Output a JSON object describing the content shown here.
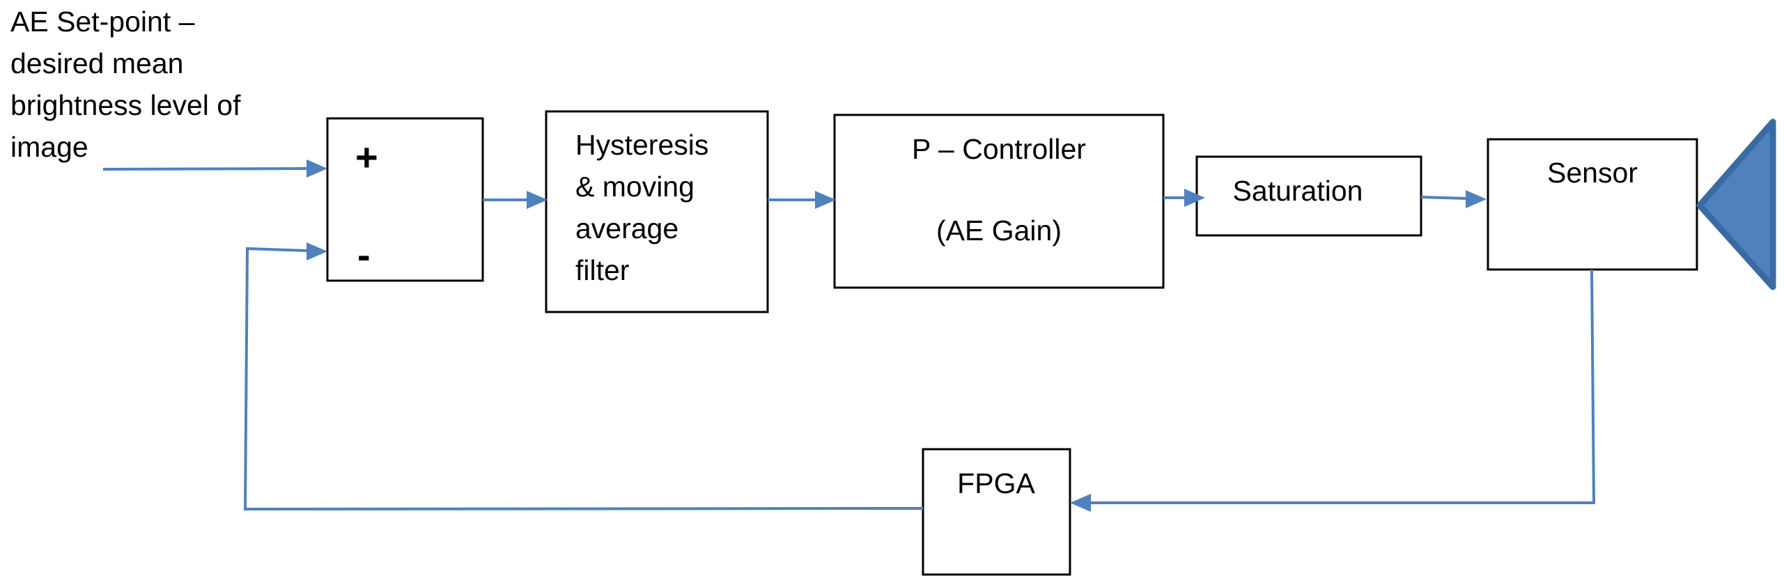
{
  "input_label": {
    "lines": [
      "AE Set-point –",
      "desired mean",
      "brightness level of",
      "image"
    ]
  },
  "summing_junction": {
    "plus": "+",
    "minus": "-"
  },
  "blocks": {
    "filter": {
      "lines": [
        "Hysteresis",
        "& moving",
        "average",
        "filter"
      ]
    },
    "controller": {
      "line1": "P – Controller",
      "line2": "(AE Gain)"
    },
    "saturation": {
      "label": "Saturation"
    },
    "sensor": {
      "label": "Sensor"
    },
    "fpga": {
      "label": "FPGA"
    }
  },
  "colors": {
    "connector": "#4F81BD",
    "block_border": "#000000",
    "sensor_shape": "#4F81BD"
  },
  "icons": {
    "sensor_shape": "triangle-icon"
  }
}
